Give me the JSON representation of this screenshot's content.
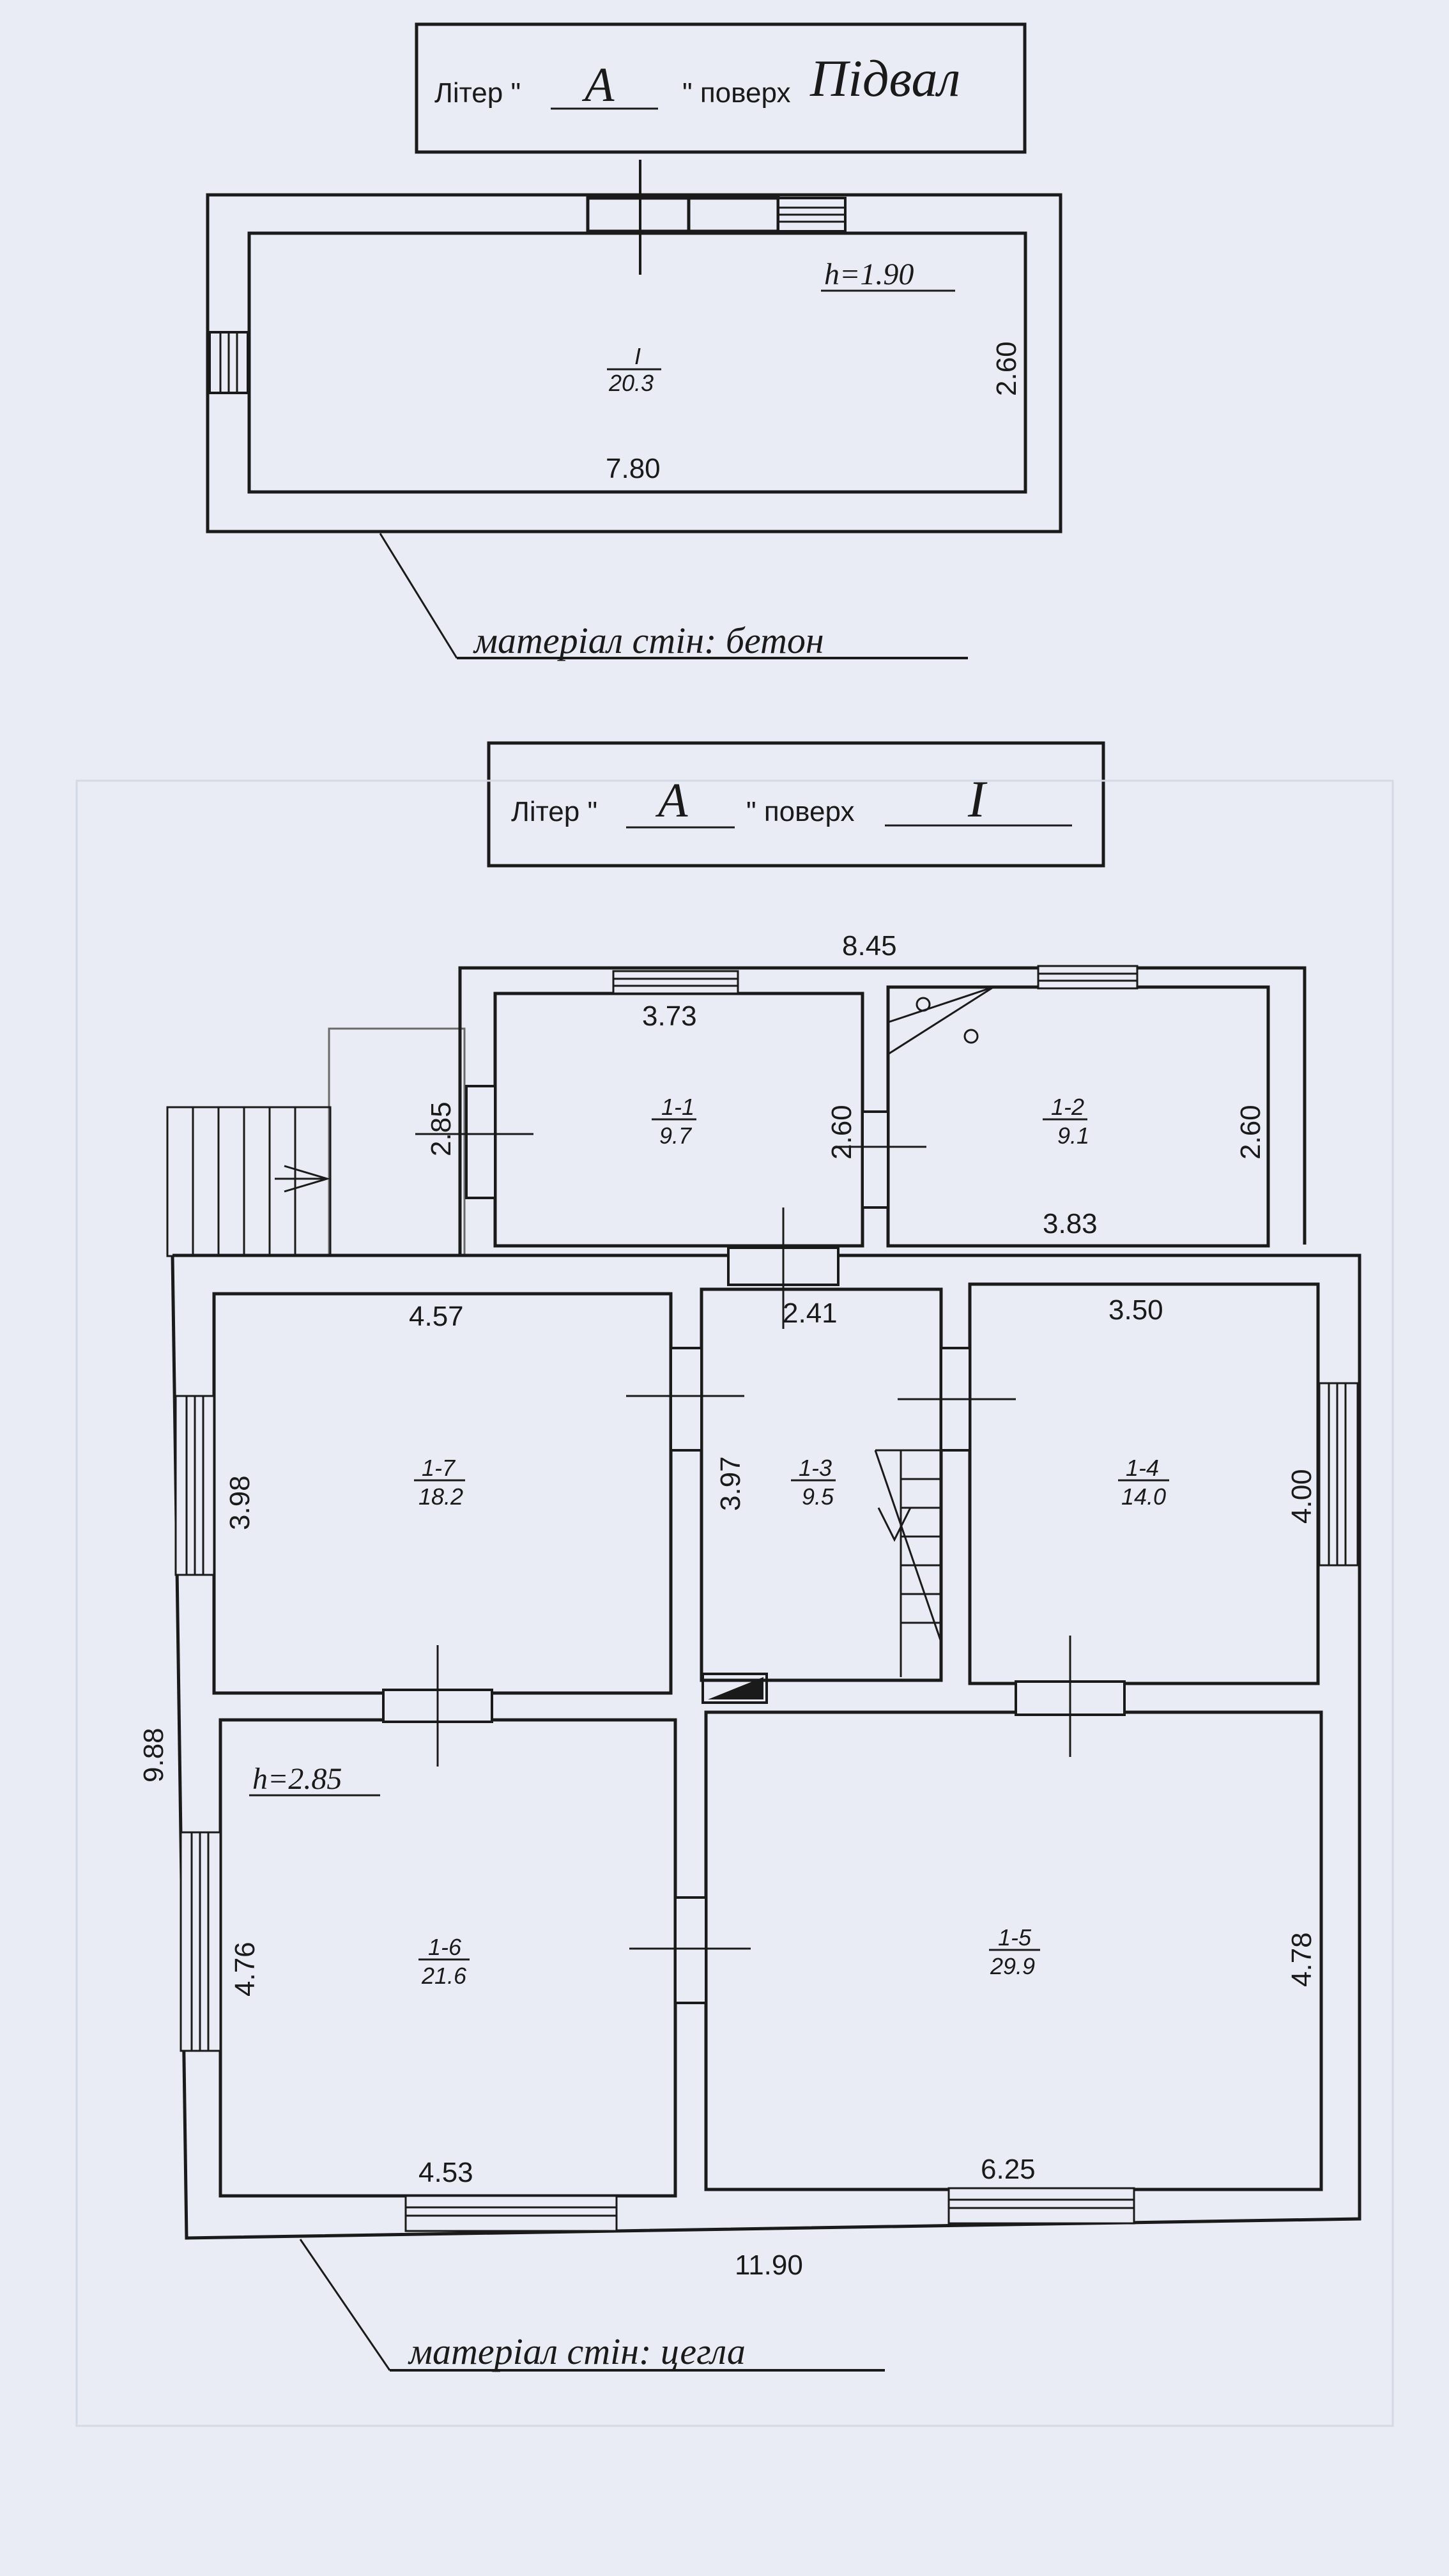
{
  "basement": {
    "title_prefix": "Літер \"",
    "litera": "А",
    "title_mid": "\" поверх",
    "floor": "Підвал",
    "height": "h=1.90",
    "room_num": "I",
    "room_area": "20.3",
    "dim_width": "7.80",
    "dim_depth": "2.60",
    "wall_material": "матеріал стін: бетон"
  },
  "first_floor": {
    "title_prefix": "Літер \"",
    "litera": "А",
    "title_mid": "\" поверх",
    "floor": "I",
    "height": "h=2.85",
    "wall_material": "матеріал стін: цегла",
    "dims": {
      "top_total": "8.45",
      "left_total": "9.88",
      "bottom_total": "11.90",
      "r11_w": "3.73",
      "r11_h": "2.85",
      "r12_left_h": "2.60",
      "r12_w": "3.83",
      "r12_h": "2.60",
      "r17_w": "4.57",
      "r17_h": "3.98",
      "r13_w": "2.41",
      "r13_h": "3.97",
      "r14_w": "3.50",
      "r14_h": "4.00",
      "r16_w": "4.53",
      "r16_h": "4.76",
      "r15_w": "6.25",
      "r15_h": "4.78"
    },
    "rooms": [
      {
        "num": "1-1",
        "area": "9.7"
      },
      {
        "num": "1-2",
        "area": "9.1"
      },
      {
        "num": "1-3",
        "area": "9.5"
      },
      {
        "num": "1-4",
        "area": "14.0"
      },
      {
        "num": "1-5",
        "area": "29.9"
      },
      {
        "num": "1-6",
        "area": "21.6"
      },
      {
        "num": "1-7",
        "area": "18.2"
      }
    ]
  }
}
